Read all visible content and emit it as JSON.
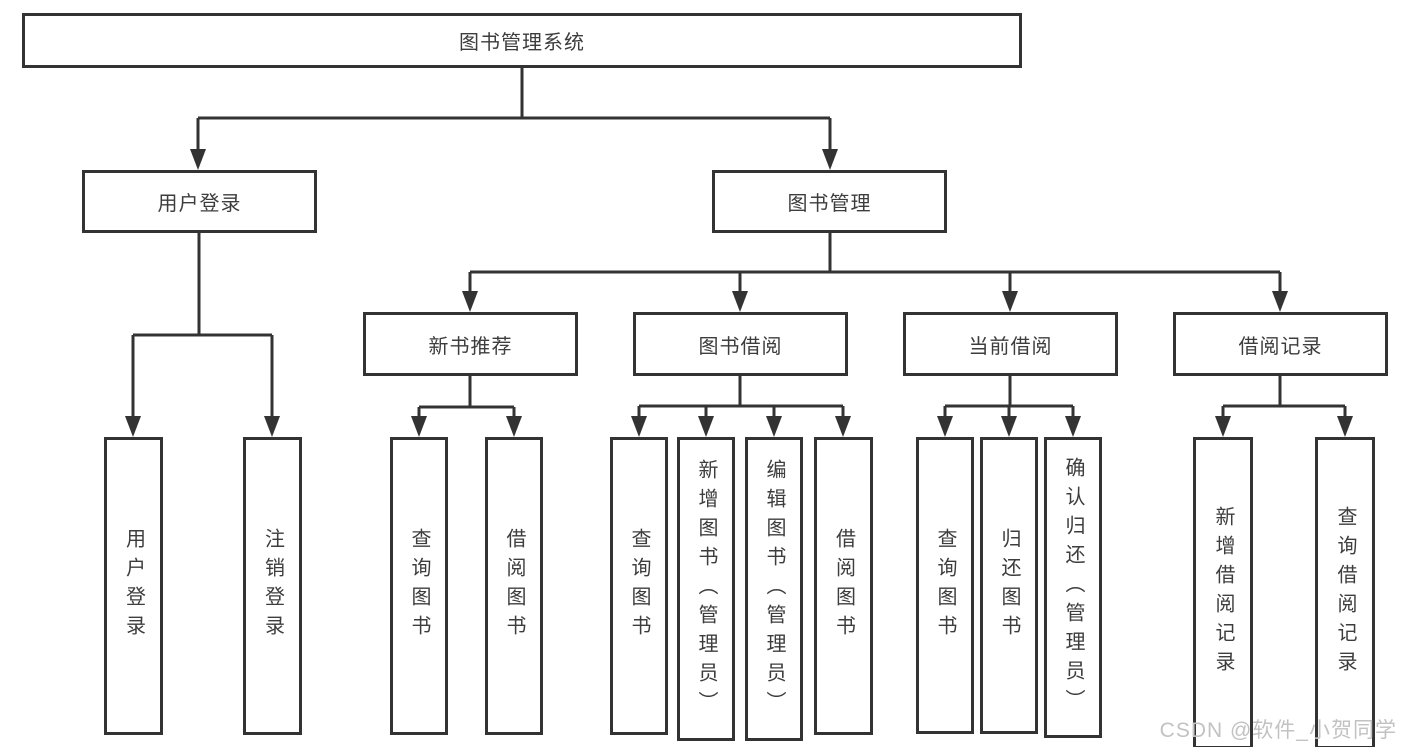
{
  "diagram": {
    "root": {
      "label": "图书管理系统"
    },
    "branches": [
      {
        "label": "用户登录",
        "leaves": [
          {
            "label": "用户登录"
          },
          {
            "label": "注销登录"
          }
        ]
      },
      {
        "label": "图书管理",
        "groups": [
          {
            "label": "新书推荐",
            "leaves": [
              {
                "label": "查询图书"
              },
              {
                "label": "借阅图书"
              }
            ]
          },
          {
            "label": "图书借阅",
            "leaves": [
              {
                "label": "查询图书"
              },
              {
                "label": "新增图书（管理员）"
              },
              {
                "label": "编辑图书（管理员）"
              },
              {
                "label": "借阅图书"
              }
            ]
          },
          {
            "label": "当前借阅",
            "leaves": [
              {
                "label": "查询图书"
              },
              {
                "label": "归还图书"
              },
              {
                "label": "确认归还（管理员）"
              }
            ]
          },
          {
            "label": "借阅记录",
            "leaves": [
              {
                "label": "新增借阅记录"
              },
              {
                "label": "查询借阅记录"
              }
            ]
          }
        ]
      }
    ]
  },
  "watermark": {
    "text": "CSDN @软件_小贺同学"
  },
  "colors": {
    "line": "#333333",
    "text": "#3d3d3d",
    "watermark": "#c2c2c2",
    "background": "#ffffff"
  }
}
